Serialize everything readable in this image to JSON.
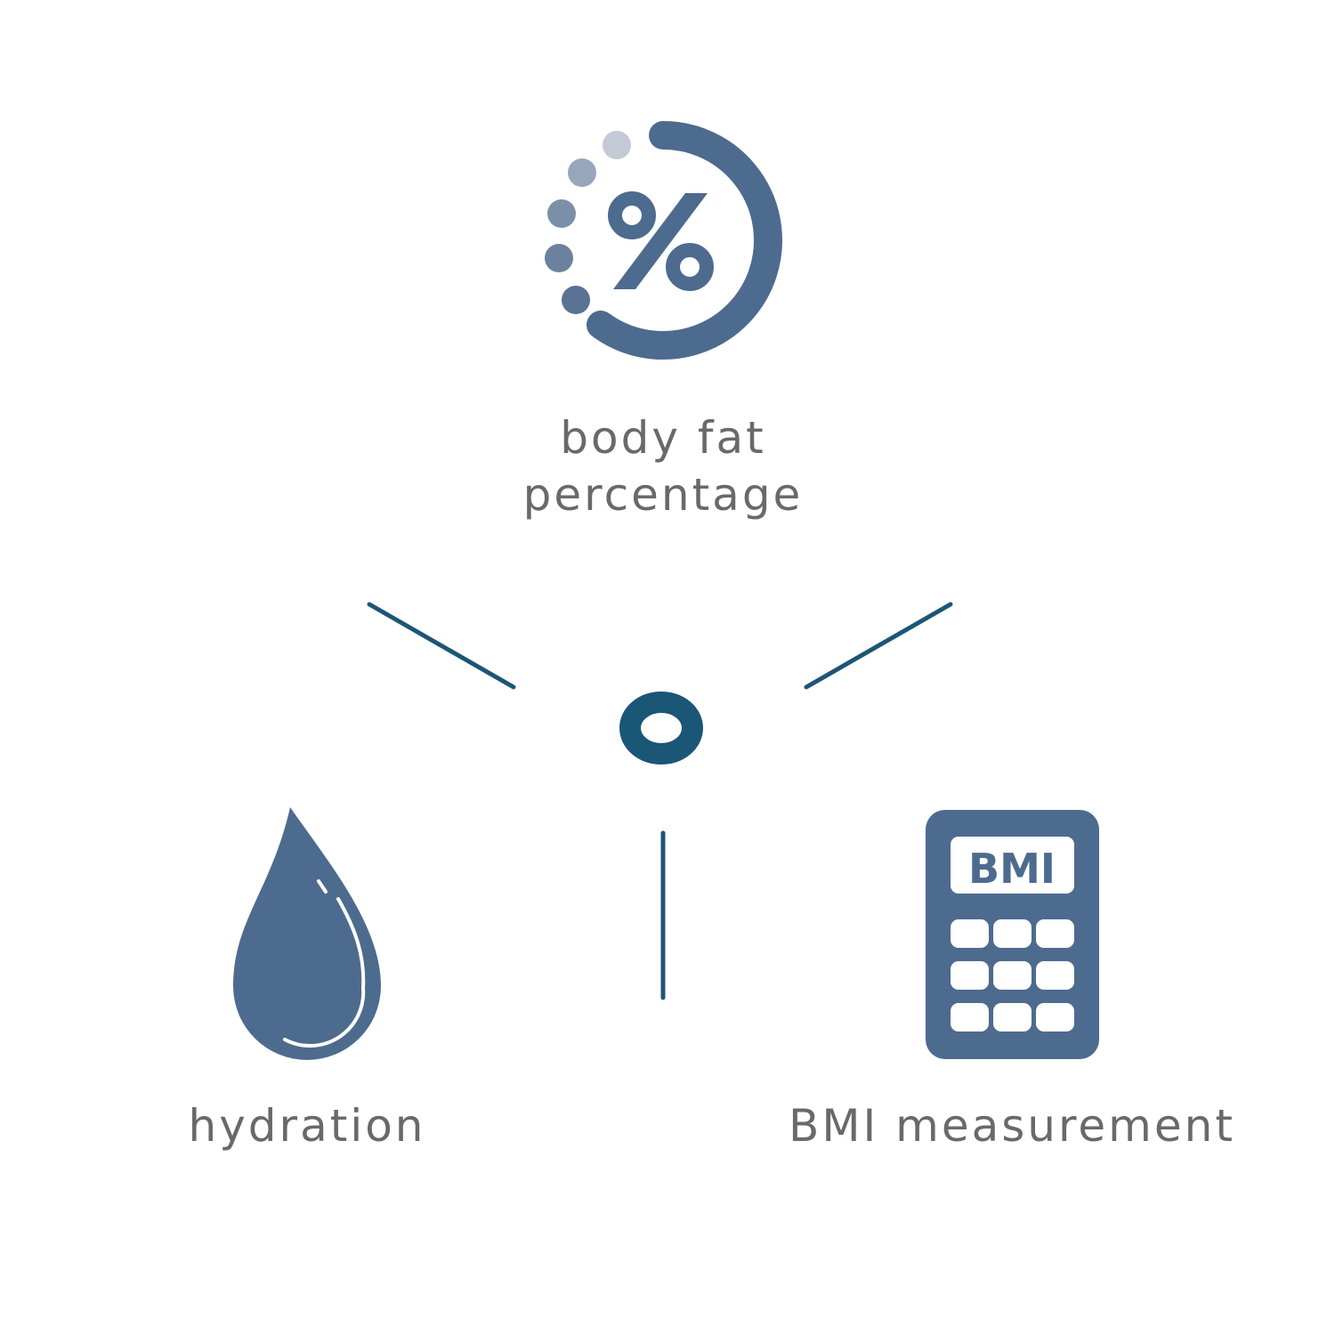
{
  "colors": {
    "icon": "#4d6b8e",
    "line": "#1d5577",
    "logo": "#1a5676",
    "text": "#696969"
  },
  "logo": {
    "letter": "o"
  },
  "features": [
    {
      "id": "body-fat",
      "icon": "percent-progress-icon",
      "label_line1": "body fat",
      "label_line2": "percentage"
    },
    {
      "id": "hydration",
      "icon": "water-drop-icon",
      "label": "hydration"
    },
    {
      "id": "bmi",
      "icon": "calculator-icon",
      "label": "BMI measurement",
      "screen_text": "BMI"
    }
  ]
}
